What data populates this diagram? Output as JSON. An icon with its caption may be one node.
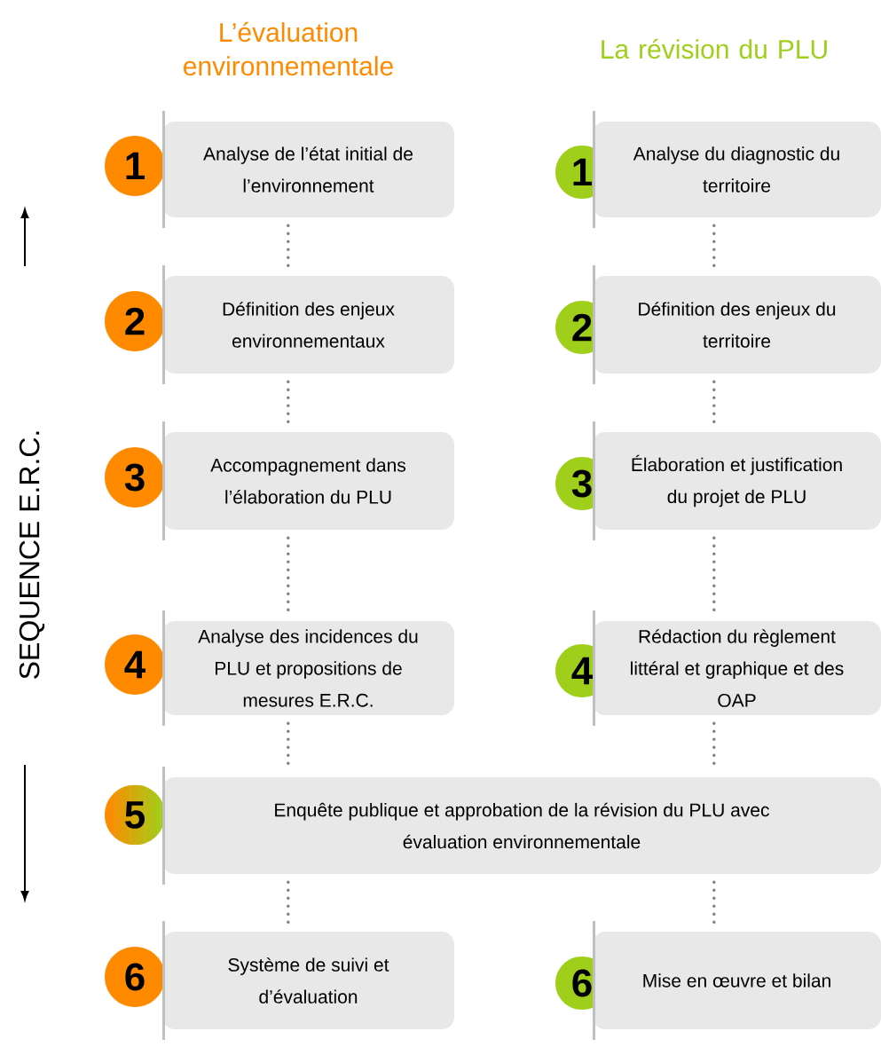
{
  "diagram": {
    "nodes": [
      {
        "text": [
          "1"
        ]
      },
      {
        "text": [
          "Analyse de l’état initial de l’environnement"
        ]
      },
      {
        "text": [
          "1"
        ]
      },
      {
        "text": [
          "Analyse du diagnostic du territoire"
        ]
      },
      {
        "text": [
          "2"
        ]
      },
      {
        "text": [
          "Définition des enjeux environnementaux"
        ]
      },
      {
        "text": [
          "2"
        ]
      },
      {
        "text": [
          "Définition des enjeux du territoire"
        ]
      },
      {
        "text": [
          "3"
        ]
      },
      {
        "text": [
          "Accompagnement dans l’élaboration du PLU"
        ]
      },
      {
        "text": [
          "3"
        ]
      },
      {
        "text": [
          "Élaboration et justification du projet de PLU"
        ]
      },
      {
        "text": [
          "4"
        ]
      },
      {
        "text": [
          "Analyse des incidences du PLU et propositions de mesures E.R.C."
        ]
      },
      {
        "text": [
          "4"
        ]
      },
      {
        "text": [
          "Rédaction du règlement littéral et graphique et des OAP"
        ]
      },
      {
        "text": [
          "5"
        ]
      },
      {
        "text": [
          "Enquête publique et approbation de la révision du PLU avec évaluation environnementale"
        ]
      },
      {
        "text": [
          "6"
        ]
      },
      {
        "text": [
          "Système de suivi et d’évaluation"
        ]
      },
      {
        "text": [
          "6"
        ]
      },
      {
        "text": [
          "Mise en œuvre et bilan"
        ]
      }
    ],
    "edges": [
      {
        "from": 1,
        "to": 5,
        "arrow": "none",
        "style": "dashed"
      },
      {
        "from": 5,
        "to": 9,
        "arrow": "none",
        "style": "dashed"
      },
      {
        "from": 9,
        "to": 13,
        "arrow": "none",
        "style": "dashed"
      },
      {
        "from": 13,
        "to": 17,
        "arrow": "none",
        "style": "dashed"
      },
      {
        "from": 17,
        "to": 19,
        "arrow": "none",
        "style": "dashed"
      },
      {
        "from": 3,
        "to": 7,
        "arrow": "none",
        "style": "dashed"
      },
      {
        "from": 7,
        "to": 11,
        "arrow": "none",
        "style": "dashed"
      },
      {
        "from": 11,
        "to": 15,
        "arrow": "none",
        "style": "dashed"
      },
      {
        "from": 15,
        "to": 17,
        "arrow": "none",
        "style": "dashed"
      },
      {
        "from": 17,
        "to": 21,
        "arrow": "none",
        "style": "dashed"
      }
    ],
    "labels": [
      "L’évaluation environnementale",
      "La révision du PLU",
      "SEQUENCE E.R.C."
    ]
  }
}
